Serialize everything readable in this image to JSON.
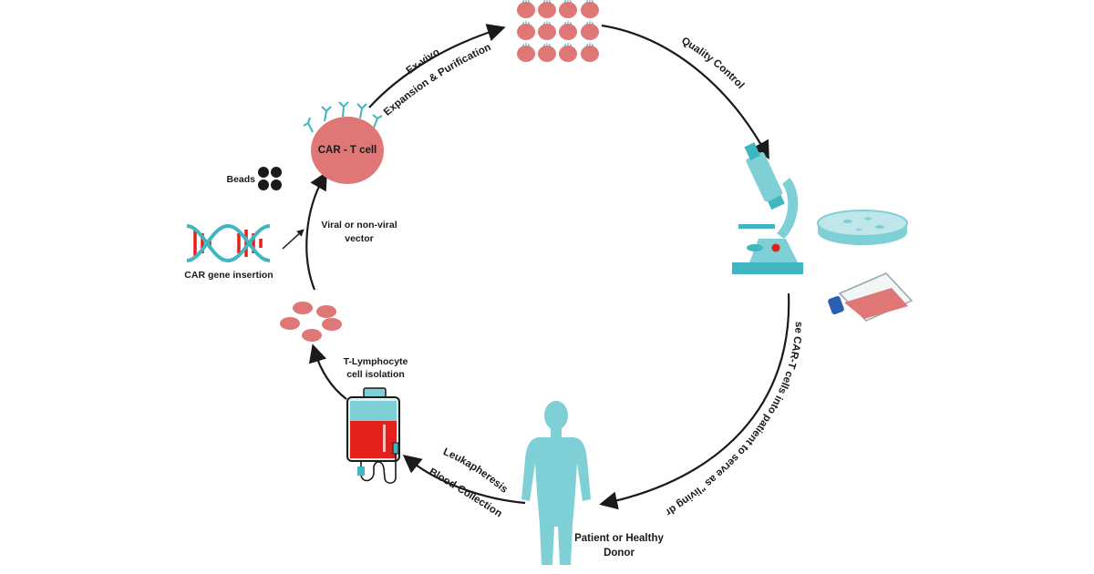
{
  "labels": {
    "car_t_cell": "CAR - T cell",
    "ex_vivo": "Ex-vivo",
    "expansion": "Expansion & Purification",
    "quality_control": "Quality Control",
    "infuse": "Infuse CAR-T cells into patient to serve as \"living drug\"",
    "patient_line1": "Patient or Healthy",
    "patient_line2": "Donor",
    "leukapheresis": "Leukapheresis",
    "blood_collection": "Blood Collection",
    "t_lymph_line1": "T-Lymphocyte",
    "t_lymph_line2": "cell isolation",
    "vector_line1": "Viral or non-viral",
    "vector_line2": "vector",
    "beads": "Beads",
    "car_gene": "CAR gene insertion"
  },
  "icons": {
    "cells_grid": "expanded-cells-icon",
    "microscope": "microscope-icon",
    "petri_dish": "petri-dish-icon",
    "culture_flask": "culture-flask-icon",
    "human": "human-figure-icon",
    "blood_bag": "blood-bag-icon",
    "t_cells": "t-cells-icon",
    "dna": "dna-icon",
    "beads": "beads-icon"
  },
  "colors": {
    "cell": "#e07777",
    "cell_dark": "#c85f5f",
    "teal": "#7ecfd6",
    "teal_dark": "#3fb6c2",
    "blood": "#e3201b",
    "navy": "#2b5fb2",
    "ink": "#1a1a1a"
  }
}
